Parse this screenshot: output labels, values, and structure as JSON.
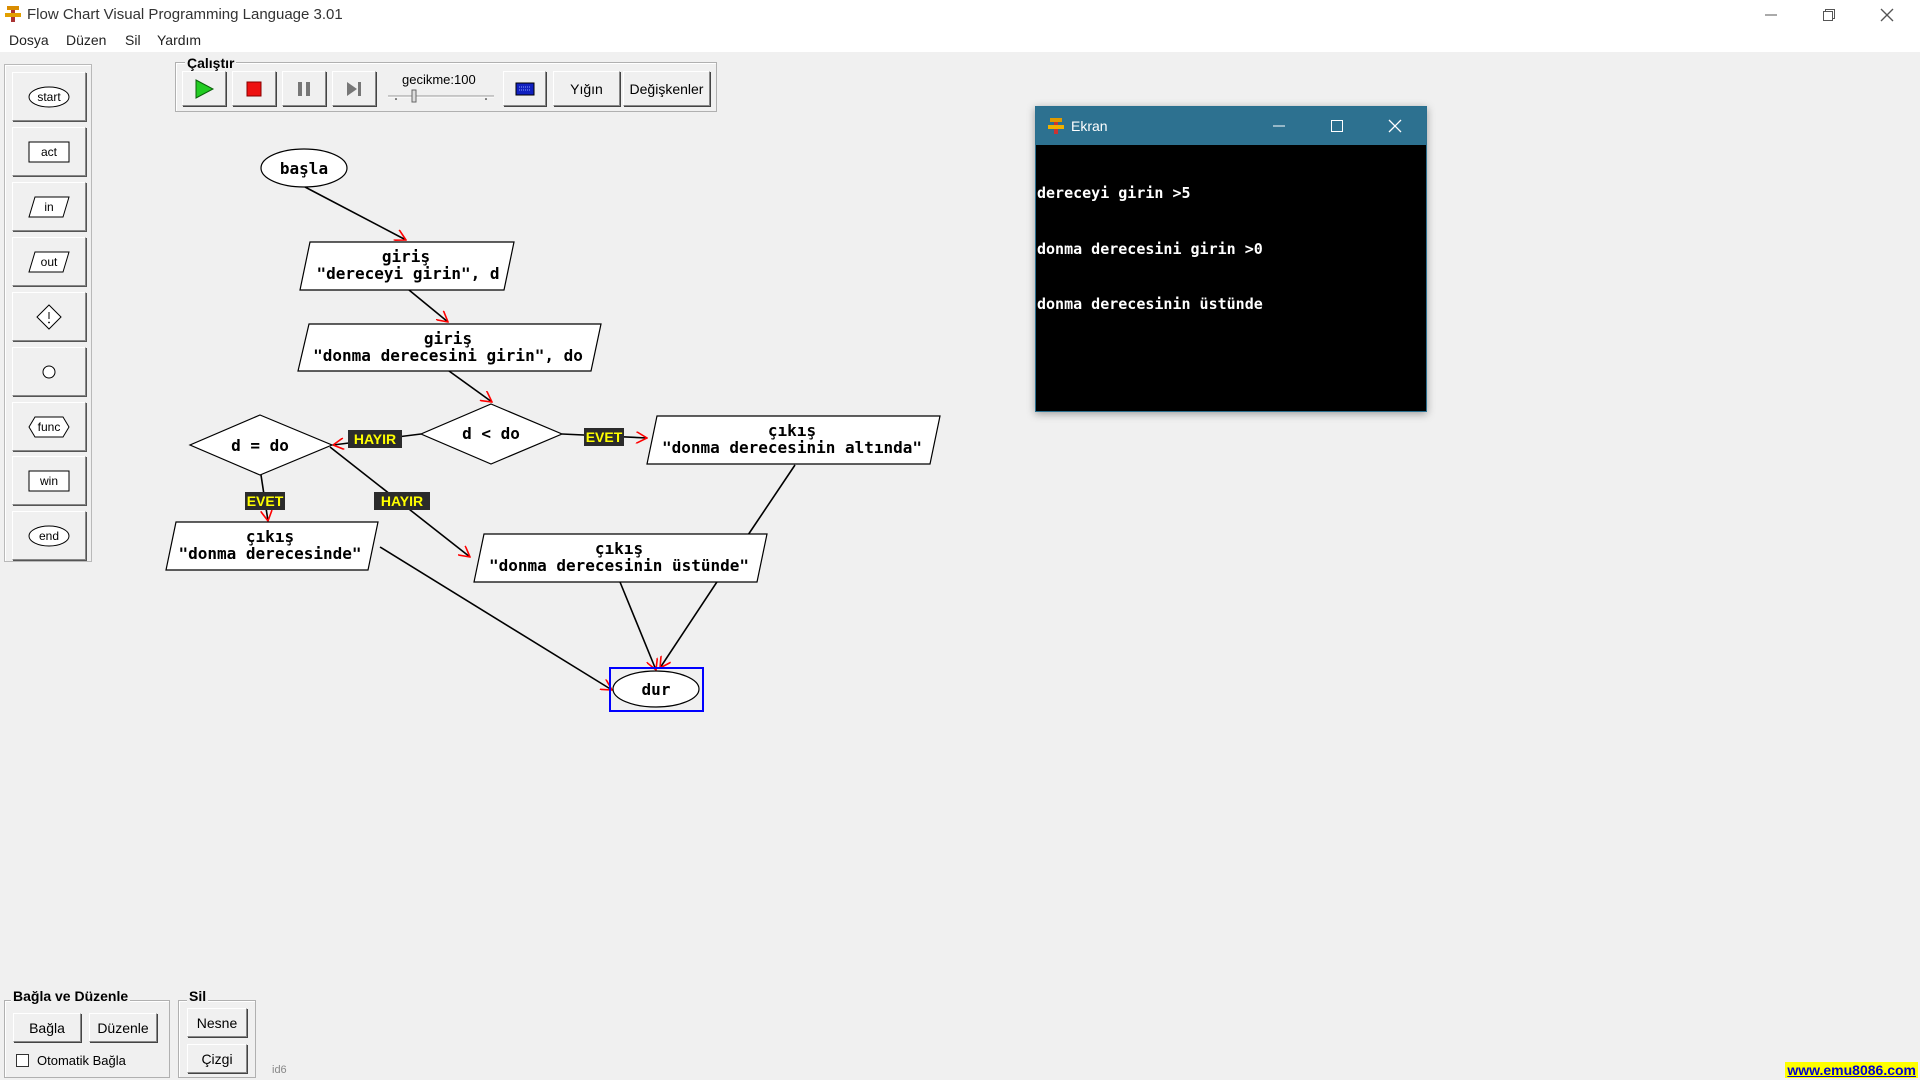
{
  "window": {
    "title": "Flow Chart Visual Programming Language 3.01"
  },
  "menu": [
    "Dosya",
    "Düzen",
    "Sil",
    "Yardım"
  ],
  "palette": {
    "start": "start",
    "act": "act",
    "in": "in",
    "out": "out",
    "func": "func",
    "win": "win",
    "end": "end"
  },
  "run": {
    "group_label": "Çalıştır",
    "delay_label": "gecikme:100",
    "stack_label": "Yığın",
    "variables_label": "Değişkenler"
  },
  "flowchart": {
    "start": "başla",
    "input1_line1": "giriş",
    "input1_line2": "\"dereceyi girin\", d",
    "input2_line1": "giriş",
    "input2_line2": "\"donma derecesini girin\", do",
    "decision1": "d < do",
    "decision2": "d = do",
    "yes": "EVET",
    "no": "HAYIR",
    "out1_line1": "çıkış",
    "out1_line2": "\"donma derecesinin altında\"",
    "out2_line1": "çıkış",
    "out2_line2": "\"donma derecesinde\"",
    "out3_line1": "çıkış",
    "out3_line2": "\"donma derecesinin üstünde\"",
    "end": "dur"
  },
  "ekran": {
    "title": "Ekran",
    "lines": [
      "dereceyi girin >5",
      "donma derecesini girin >0",
      "donma derecesinin üstünde"
    ]
  },
  "connect": {
    "group_label": "Bağla ve Düzenle",
    "connect_label": "Bağla",
    "arrange_label": "Düzenle",
    "auto_label": "Otomatik Bağla"
  },
  "delete": {
    "group_label": "Sil",
    "object_label": "Nesne",
    "line_label": "Çizgi"
  },
  "status": {
    "id": "id6",
    "site": "www.emu8086.com"
  },
  "colors": {
    "accent_window": "#2d7190",
    "arrow": "#ff0000",
    "label_bg": "#2b2b2b",
    "label_text": "#ffff00",
    "selection": "#0000ff"
  }
}
